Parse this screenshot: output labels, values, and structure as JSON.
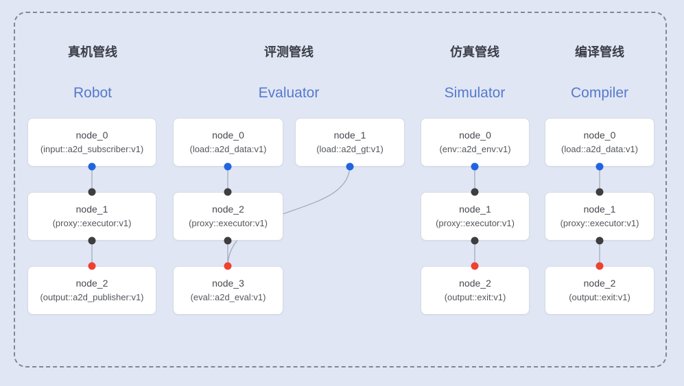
{
  "diagram": {
    "pipelines": [
      {
        "title_zh": "真机管线",
        "title_en": "Robot",
        "nodes": [
          {
            "name": "node_0",
            "impl": "(input::a2d_subscriber:v1)"
          },
          {
            "name": "node_1",
            "impl": "(proxy::executor:v1)"
          },
          {
            "name": "node_2",
            "impl": "(output::a2d_publisher:v1)"
          }
        ]
      },
      {
        "title_zh": "评测管线",
        "title_en": "Evaluator",
        "nodes": [
          {
            "name": "node_0",
            "impl": "(load::a2d_data:v1)"
          },
          {
            "name": "node_1",
            "impl": "(load::a2d_gt:v1)"
          },
          {
            "name": "node_2",
            "impl": "(proxy::executor:v1)"
          },
          {
            "name": "node_3",
            "impl": "(eval::a2d_eval:v1)"
          }
        ]
      },
      {
        "title_zh": "仿真管线",
        "title_en": "Simulator",
        "nodes": [
          {
            "name": "node_0",
            "impl": "(env::a2d_env:v1)"
          },
          {
            "name": "node_1",
            "impl": "(proxy::executor:v1)"
          },
          {
            "name": "node_2",
            "impl": "(output::exit:v1)"
          }
        ]
      },
      {
        "title_zh": "编译管线",
        "title_en": "Compiler",
        "nodes": [
          {
            "name": "node_0",
            "impl": "(load::a2d_data:v1)"
          },
          {
            "name": "node_1",
            "impl": "(proxy::executor:v1)"
          },
          {
            "name": "node_2",
            "impl": "(output::exit:v1)"
          }
        ]
      }
    ],
    "colors": {
      "background": "#e0e6f4",
      "frame_dash": "#82868f",
      "node_border": "#d7dbe3",
      "edge": "#a3abbc",
      "port_output_blue": "#2264dd",
      "port_intermediate_black": "#3e3e40",
      "port_input_red": "#ee4130",
      "title_en_blue": "#5679cd"
    }
  }
}
